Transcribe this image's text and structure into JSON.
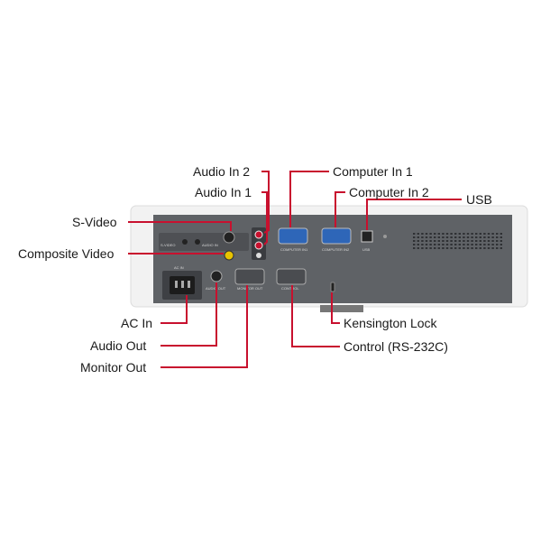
{
  "labels": {
    "audio_in_2": "Audio In 2",
    "audio_in_1": "Audio In 1",
    "s_video": "S-Video",
    "composite_video": "Composite Video",
    "computer_in_1": "Computer In 1",
    "computer_in_2": "Computer In 2",
    "usb": "USB",
    "ac_in": "AC In",
    "audio_out": "Audio Out",
    "monitor_out": "Monitor Out",
    "kensington_lock": "Kensington Lock",
    "control_rs232c": "Control (RS-232C)"
  },
  "panel_text": {
    "ac_in": "AC IN",
    "s_video": "S-VIDEO",
    "audio_in": "AUDIO IN",
    "computer_in_1": "COMPUTER IN1",
    "computer_in_2": "COMPUTER IN2",
    "usb": "USB",
    "audio_out": "AUDIO OUT",
    "monitor_out": "MONITOR OUT",
    "control": "CONTROL"
  },
  "colors": {
    "leader_line": "#c8102e",
    "panel": "#5f6266",
    "body": "#f2f2f2",
    "text": "#1a1a1a"
  }
}
